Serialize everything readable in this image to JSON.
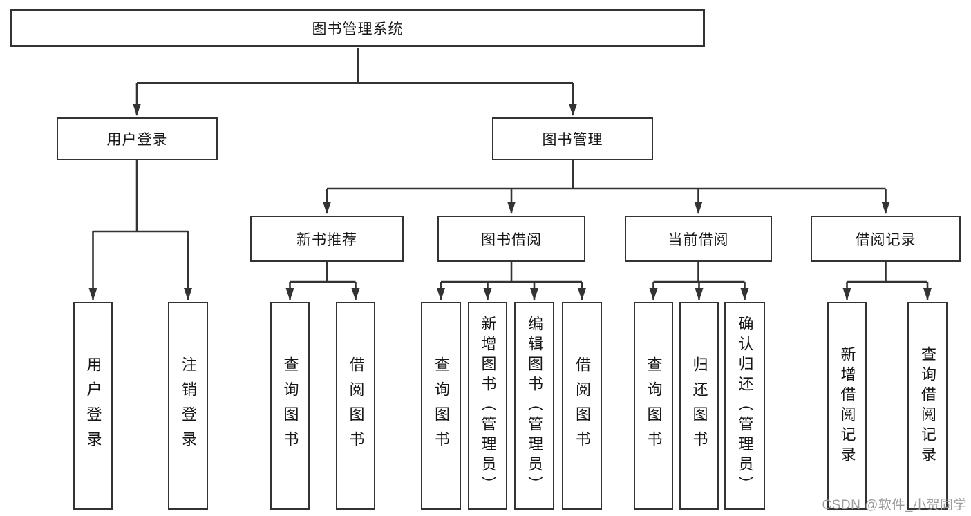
{
  "diagram": {
    "root": {
      "label": "图书管理系统"
    },
    "level1": {
      "user_login": {
        "label": "用户登录"
      },
      "book_mgmt": {
        "label": "图书管理"
      }
    },
    "level2": {
      "new_book": {
        "label": "新书推荐"
      },
      "borrowing": {
        "label": "图书借阅"
      },
      "current": {
        "label": "当前借阅"
      },
      "records": {
        "label": "借阅记录"
      }
    },
    "leaves": {
      "user_login": {
        "label": "用户登录"
      },
      "logout": {
        "label": "注销登录"
      },
      "query_book_newbook": {
        "label": "查询图书"
      },
      "borrow_book_newbook": {
        "label": "借阅图书"
      },
      "query_book_borrowing": {
        "label": "查询图书"
      },
      "add_book_admin": {
        "label": "新增图书（管理员）"
      },
      "edit_book_admin": {
        "label": "编辑图书（管理员）"
      },
      "borrow_book_borrowing": {
        "label": "借阅图书"
      },
      "query_book_current": {
        "label": "查询图书"
      },
      "return_book": {
        "label": "归还图书"
      },
      "confirm_return_admin": {
        "label": "确认归还（管理员）"
      },
      "add_borrow_record": {
        "label": "新增借阅记录"
      },
      "query_borrow_record": {
        "label": "查询借阅记录"
      }
    }
  },
  "watermark": {
    "text": "CSDN @软件_小贺同学",
    "color": "#9c9c9c"
  },
  "colors": {
    "line": "#333333",
    "text": "#161616",
    "background": "#ffffff"
  }
}
